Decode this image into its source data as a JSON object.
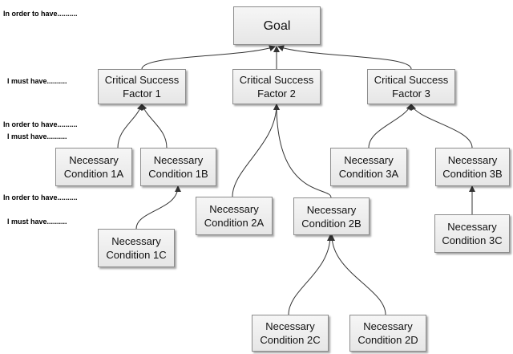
{
  "side_labels": {
    "l1": "In order to have..........",
    "l2": "I must have..........",
    "l3": "In order to have..........",
    "l4": "I must have..........",
    "l5": "In order to have..........",
    "l6": "I must have.........."
  },
  "nodes": {
    "goal": "Goal",
    "csf1": "Critical Success\nFactor 1",
    "csf2": "Critical Success\nFactor 2",
    "csf3": "Critical Success\nFactor 3",
    "nc1a": "Necessary\nCondition 1A",
    "nc1b": "Necessary\nCondition 1B",
    "nc1c": "Necessary\nCondition 1C",
    "nc2a": "Necessary\nCondition 2A",
    "nc2b": "Necessary\nCondition 2B",
    "nc2c": "Necessary\nCondition 2C",
    "nc2d": "Necessary\nCondition 2D",
    "nc3a": "Necessary\nCondition 3A",
    "nc3b": "Necessary\nCondition 3B",
    "nc3c": "Necessary\nCondition 3C"
  }
}
